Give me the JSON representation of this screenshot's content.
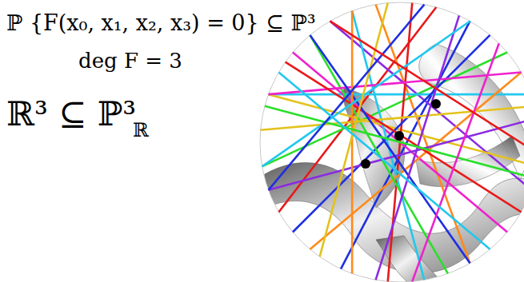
{
  "diagram": {
    "labels": [
      "ℙ {F(x₀, x₁, x₂, x₃) = 0} ⊆ ℙ³",
      "deg F = 3",
      "ℝ³ ⊆ ℙ³",
      "ℝ"
    ]
  }
}
